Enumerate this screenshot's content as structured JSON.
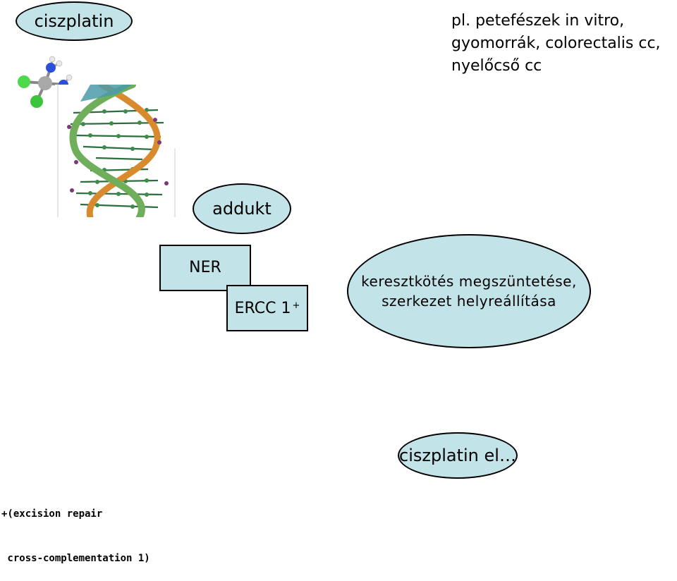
{
  "cisplatin_label": "ciszplatin",
  "note_lines": [
    "pl. petefészek in vitro,",
    "gyomorrák, colorectalis cc,",
    "nyelőcső cc"
  ],
  "adduct_label": "addukt",
  "ner_label": "NER",
  "ercc_label": "ERCC 1",
  "ercc_sup": "+",
  "repair_lines": [
    "keresztkötés megszüntetése,",
    "szerkezet helyreállítása"
  ],
  "cisplatin_out_label": "ciszplatin el…",
  "footnote_lines": [
    "+(excision repair",
    " cross-complementation 1)"
  ],
  "colors": {
    "ellipse_fill": "#c2e3e8"
  }
}
